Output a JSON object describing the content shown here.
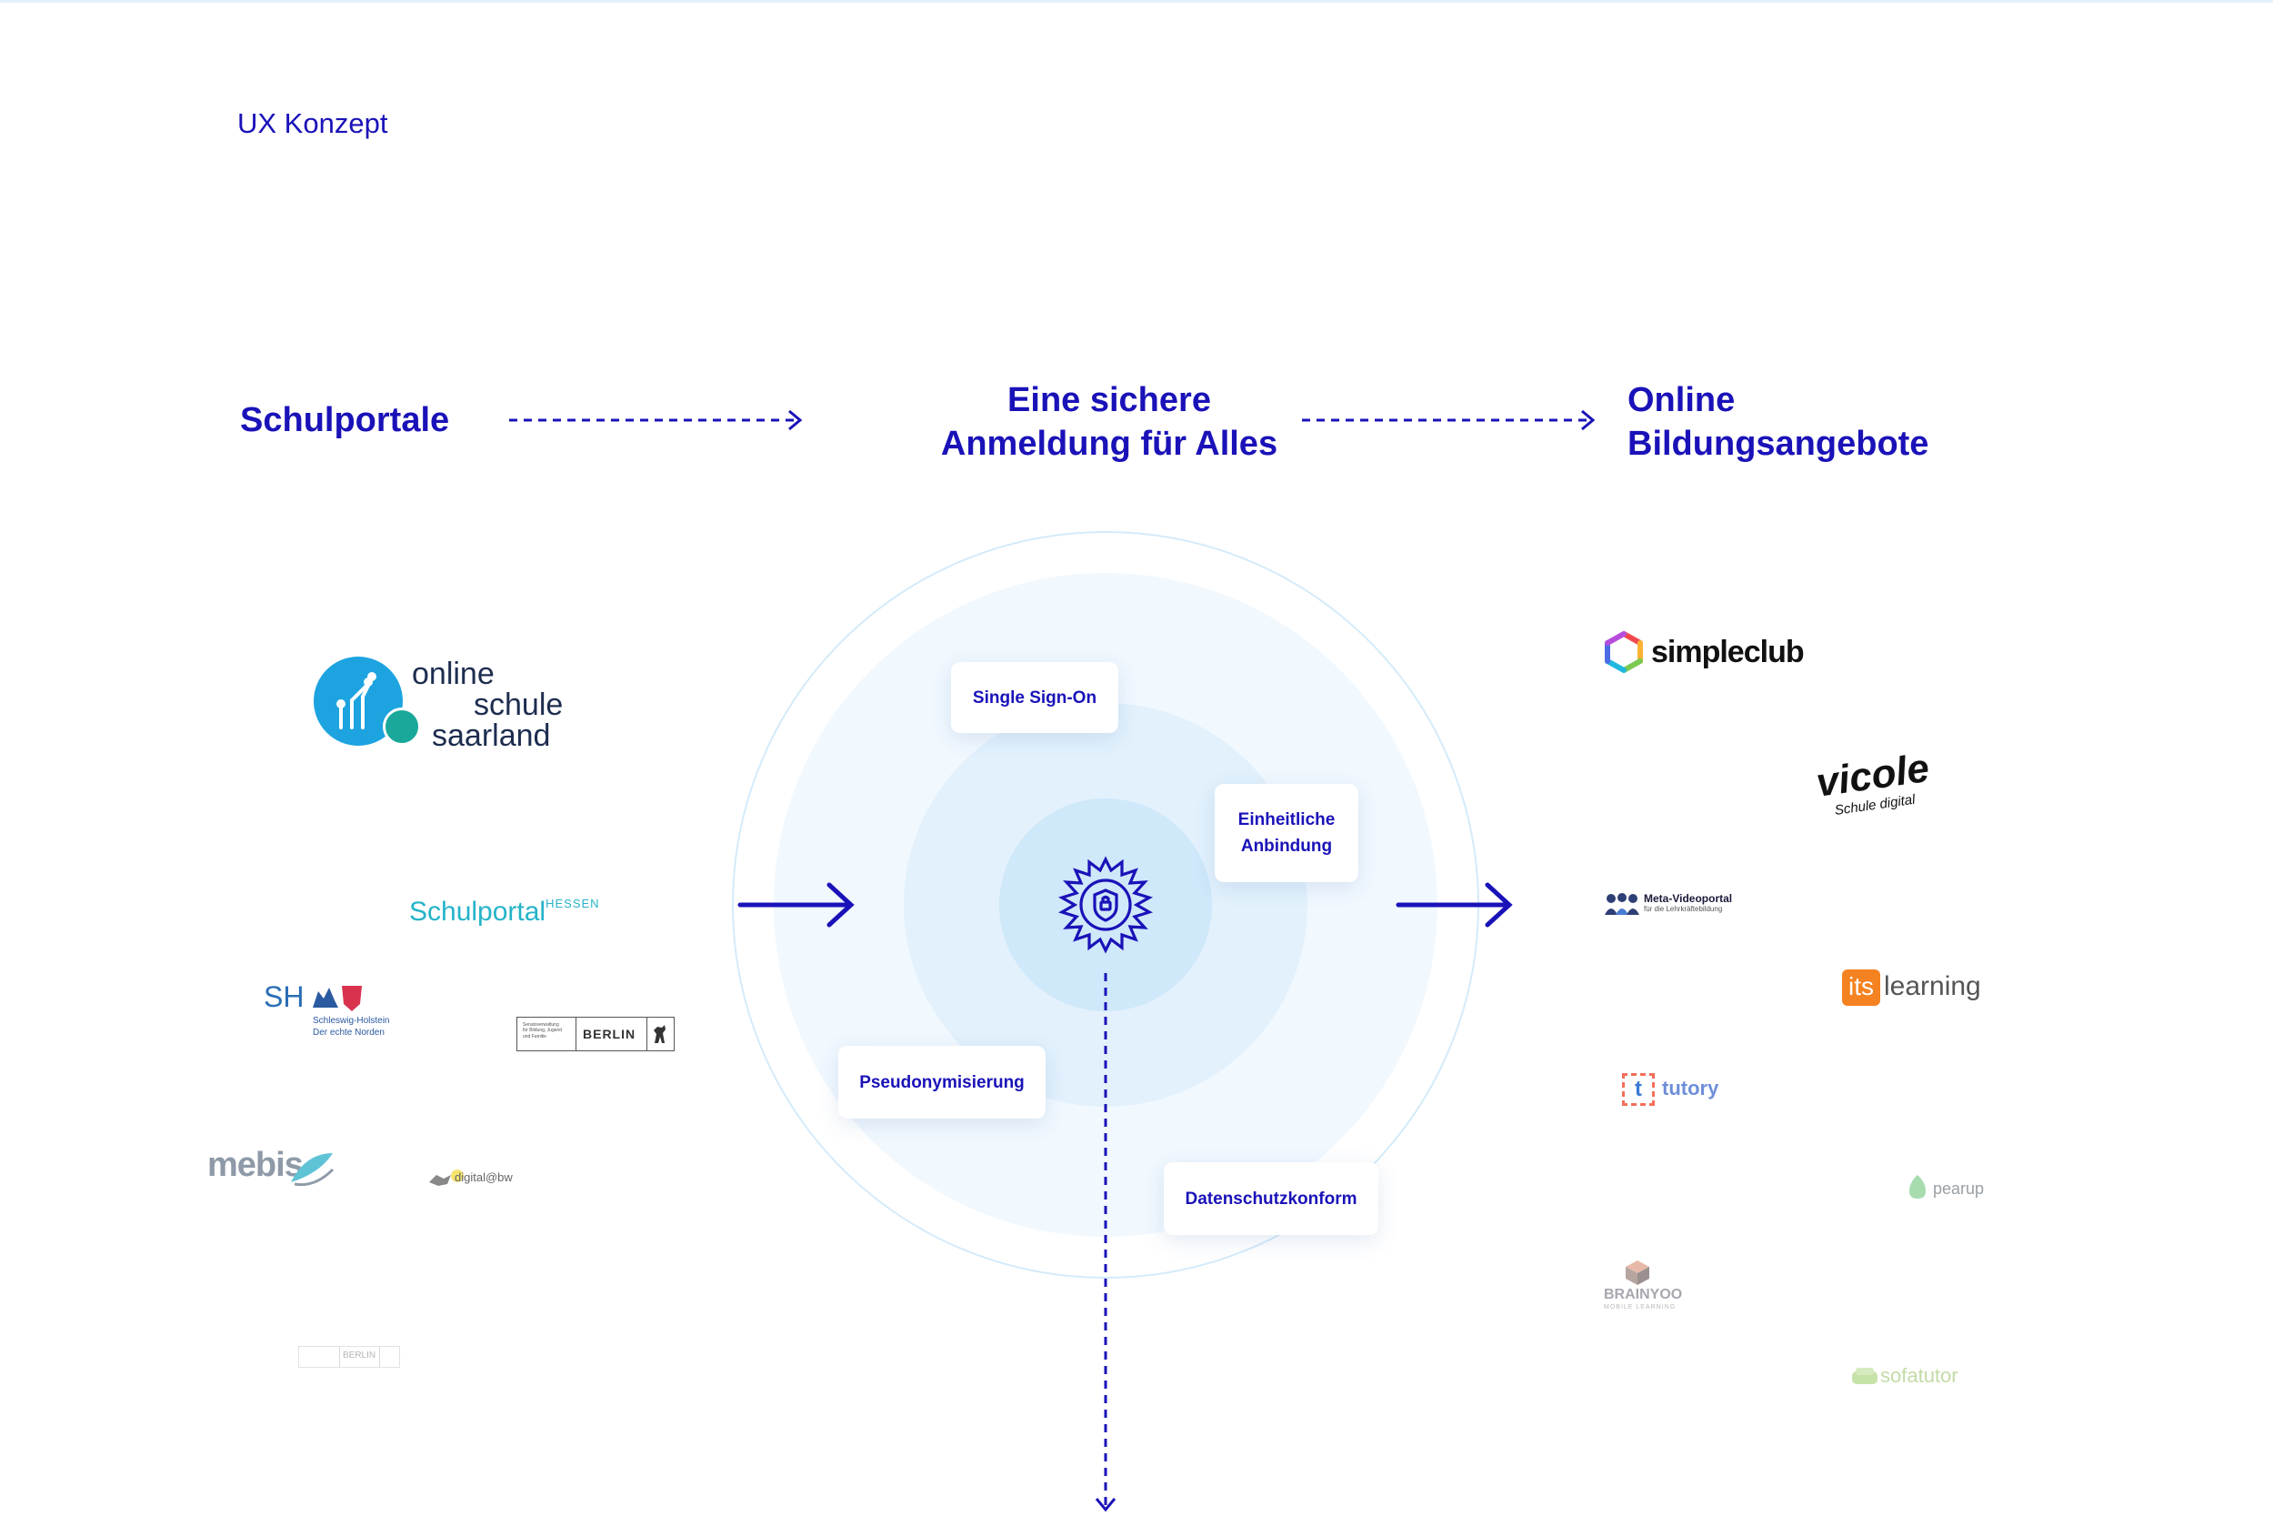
{
  "eyebrow": "UX Konzept",
  "headings": {
    "left": "Schulportale",
    "middle": "Eine sichere\nAnmeldung für Alles",
    "right": "Online\nBildungsangebote"
  },
  "features": {
    "sso": "Single Sign-On",
    "anbindung": "Einheitliche\nAnbindung",
    "pseudonym": "Pseudonymisierung",
    "datenschutz": "Datenschutzkonform"
  },
  "colors": {
    "accent": "#1a12b8",
    "ring_light": "#f1f8fe",
    "ring_mid": "#e2f1fc",
    "ring_inner": "#cfe8fa"
  },
  "schulportale_logos": {
    "saarland": {
      "line1": "online",
      "line2": "schule",
      "line3": "saarland"
    },
    "hessen": {
      "main": "Schulportal",
      "sup": "HESSEN"
    },
    "sh": {
      "mark": "SH",
      "line1": "Schleswig-Holstein",
      "line2": "Der echte Norden"
    },
    "berlin": {
      "small": "Senatsverwaltung\nfür Bildung, Jugend\nund Familie",
      "name": "BERLIN"
    },
    "mebis": "mebis",
    "digital_bw": "digital@bw",
    "berlin_small": "BERLIN"
  },
  "bildungsangebote_logos": {
    "simpleclub": "simpleclub",
    "vicole": {
      "name": "vicole",
      "tagline": "Schule digital"
    },
    "meta": {
      "title": "Meta-Videoportal",
      "sub": "für die Lehrkräftebildung"
    },
    "itslearning": {
      "its": "its",
      "learning": "learning"
    },
    "tutory": {
      "mark": "t",
      "name": "tutory"
    },
    "pearup": "pearup",
    "brainyoo": {
      "name": "BRAINYOO",
      "sub": "MOBILE LEARNING"
    },
    "sofatutor": "sofatutor"
  },
  "icons": {
    "center": "shield-lock-badge-icon",
    "arrows": [
      "dashed-arrow-right-icon",
      "arrow-right-icon",
      "dashed-arrow-down-icon"
    ]
  }
}
